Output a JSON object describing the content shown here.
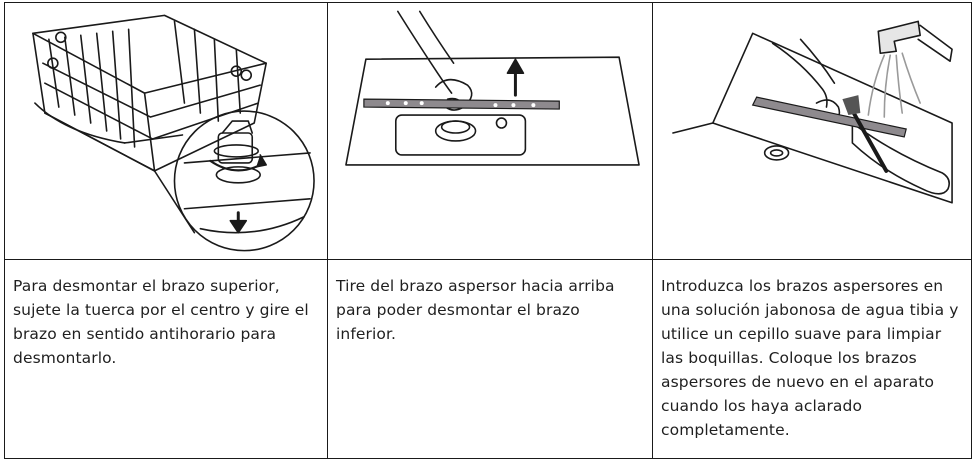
{
  "steps": [
    {
      "illustration": "upper-spray-arm-removal",
      "caption": "Para desmontar el brazo superior, sujete la tuerca por el centro y gire el brazo en sentido antihorario para desmontarlo."
    },
    {
      "illustration": "lower-spray-arm-removal",
      "caption": "Tire del brazo aspersor hacia arriba para poder desmontar el brazo inferior."
    },
    {
      "illustration": "spray-arm-cleaning",
      "caption": "Introduzca los brazos aspersores en una solución jabonosa de agua tibia y utilice un cepillo suave para limpiar las boquillas. Coloque los brazos aspersores de nuevo en el aparato cuando los haya aclarado completamente."
    }
  ],
  "colors": {
    "line": "#1a1a1a",
    "arm": "#8e8a8e",
    "text": "#1f1f1f"
  }
}
